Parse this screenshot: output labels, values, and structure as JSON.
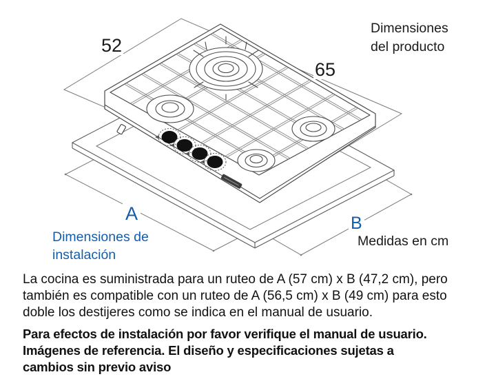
{
  "figure": {
    "product_label": "Dimensiones del producto",
    "install_label": "Dimensiones de instalación",
    "units_label": "Medidas en cm",
    "dim_depth_cm": "52",
    "dim_width_cm": "65",
    "dim_a": "A",
    "dim_b": "B",
    "colors": {
      "accent_blue": "#155da8",
      "line_gray": "#7a7a7a",
      "drawing_line": "#4a4a4a",
      "text": "#1a1a1a"
    }
  },
  "body": {
    "intro_lines": [
      "La cocina es suministrada para un ruteo de A (57 cm) x B (47,2 cm), pero",
      "también es compatible con un ruteo de A (56,5 cm) x B (49 cm) para esto",
      "doble los destijeres como se indica en el manual de usuario."
    ],
    "note_lines": [
      "Para efectos de instalación por favor verifique el manual de usuario.",
      "Imágenes de referencia. El diseño y especificaciones sujetas a",
      "cambios sin previo aviso"
    ]
  }
}
